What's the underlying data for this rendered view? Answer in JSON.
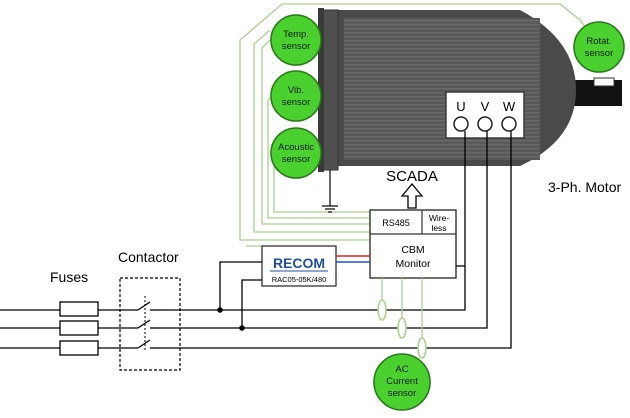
{
  "labels": {
    "fuses": "Fuses",
    "contactor": "Contactor",
    "motor": "3-Ph. Motor",
    "scada": "SCADA",
    "rs485": "RS485",
    "wireless_1": "Wire-",
    "wireless_2": "less",
    "cbm_1": "CBM",
    "cbm_2": "Monitor",
    "recom_logo": "RECOM",
    "recom_model": "RAC05-05K/480",
    "terminal_u": "U",
    "terminal_v": "V",
    "terminal_w": "W"
  },
  "sensors": {
    "temp": [
      "Temp.",
      "sensor"
    ],
    "vib": [
      "Vib.",
      "sensor"
    ],
    "acoustic": [
      "Acoustic",
      "sensor"
    ],
    "rotat": [
      "Rotat.",
      "sensor"
    ],
    "ac_current": [
      "AC",
      "Current",
      "sensor"
    ]
  },
  "colors": {
    "sensor_fill": "#4bd12f",
    "sensor_stroke": "#2a7a1b",
    "signal_wire": "#a9d18e",
    "motor_body": "#5a5a5a",
    "motor_dark": "#3c3c3c",
    "recom_blue": "#1f4e9c",
    "supply_red": "#e02020",
    "supply_blue": "#2050d0"
  }
}
